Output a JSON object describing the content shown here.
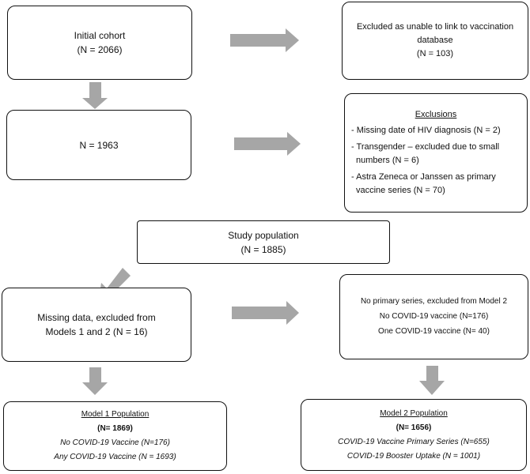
{
  "boxes": {
    "initial_cohort": {
      "line1": "Initial cohort",
      "line2": "(N = 2066)"
    },
    "excluded_link": {
      "line1": "Excluded as unable to link to vaccination",
      "line2": "database",
      "line3": "(N = 103)"
    },
    "n1963": {
      "line1": "N = 1963"
    },
    "exclusions": {
      "title": "Exclusions",
      "items": [
        "- Missing date of HIV diagnosis (N = 2)",
        "- Transgender – excluded due to small numbers (N = 6)",
        "- Astra Zeneca or Janssen as primary vaccine series (N = 70)"
      ]
    },
    "study_population": {
      "line1": "Study population",
      "line2": "(N = 1885)"
    },
    "missing_data": {
      "line1": "Missing  data, excluded from",
      "line2": "Models 1 and 2 (N = 16)"
    },
    "no_primary": {
      "line1": "No primary series, excluded from Model 2",
      "line2": "No COVID-19 vaccine (N=176)",
      "line3": "One COVID-19 vaccine (N= 40)"
    },
    "model1": {
      "title": "Model 1 Population",
      "n": "(N= 1869)",
      "line1": "No COVID-19 Vaccine (N=176)",
      "line2": "Any COVID-19 Vaccine (N = 1693)"
    },
    "model2": {
      "title": "Model 2 Population",
      "n": "(N= 1656)",
      "line1": "COVID-19 Vaccine Primary Series (N=655)",
      "line2": "COVID-19 Booster Uptake (N = 1001)"
    }
  },
  "colors": {
    "arrow": "#a6a6a6",
    "border": "#111111"
  }
}
